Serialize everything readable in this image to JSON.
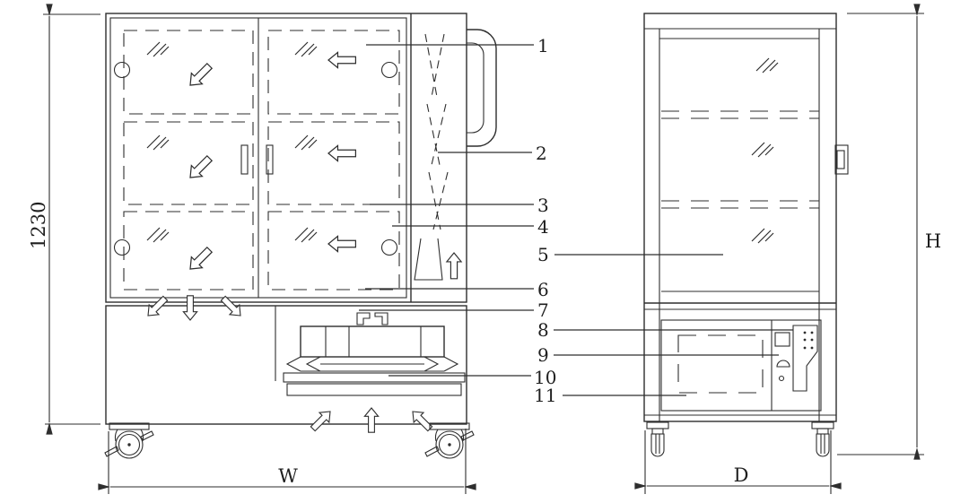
{
  "drawing": {
    "dimensions": {
      "overall_height": "1230",
      "width": "W",
      "depth": "D",
      "height": "H"
    },
    "callouts": [
      "1",
      "2",
      "3",
      "4",
      "5",
      "6",
      "7",
      "8",
      "9",
      "10",
      "11"
    ],
    "colors": {
      "line": "#2e2e2e",
      "background": "#ffffff",
      "filter_fill": "#3c3c3c"
    }
  }
}
